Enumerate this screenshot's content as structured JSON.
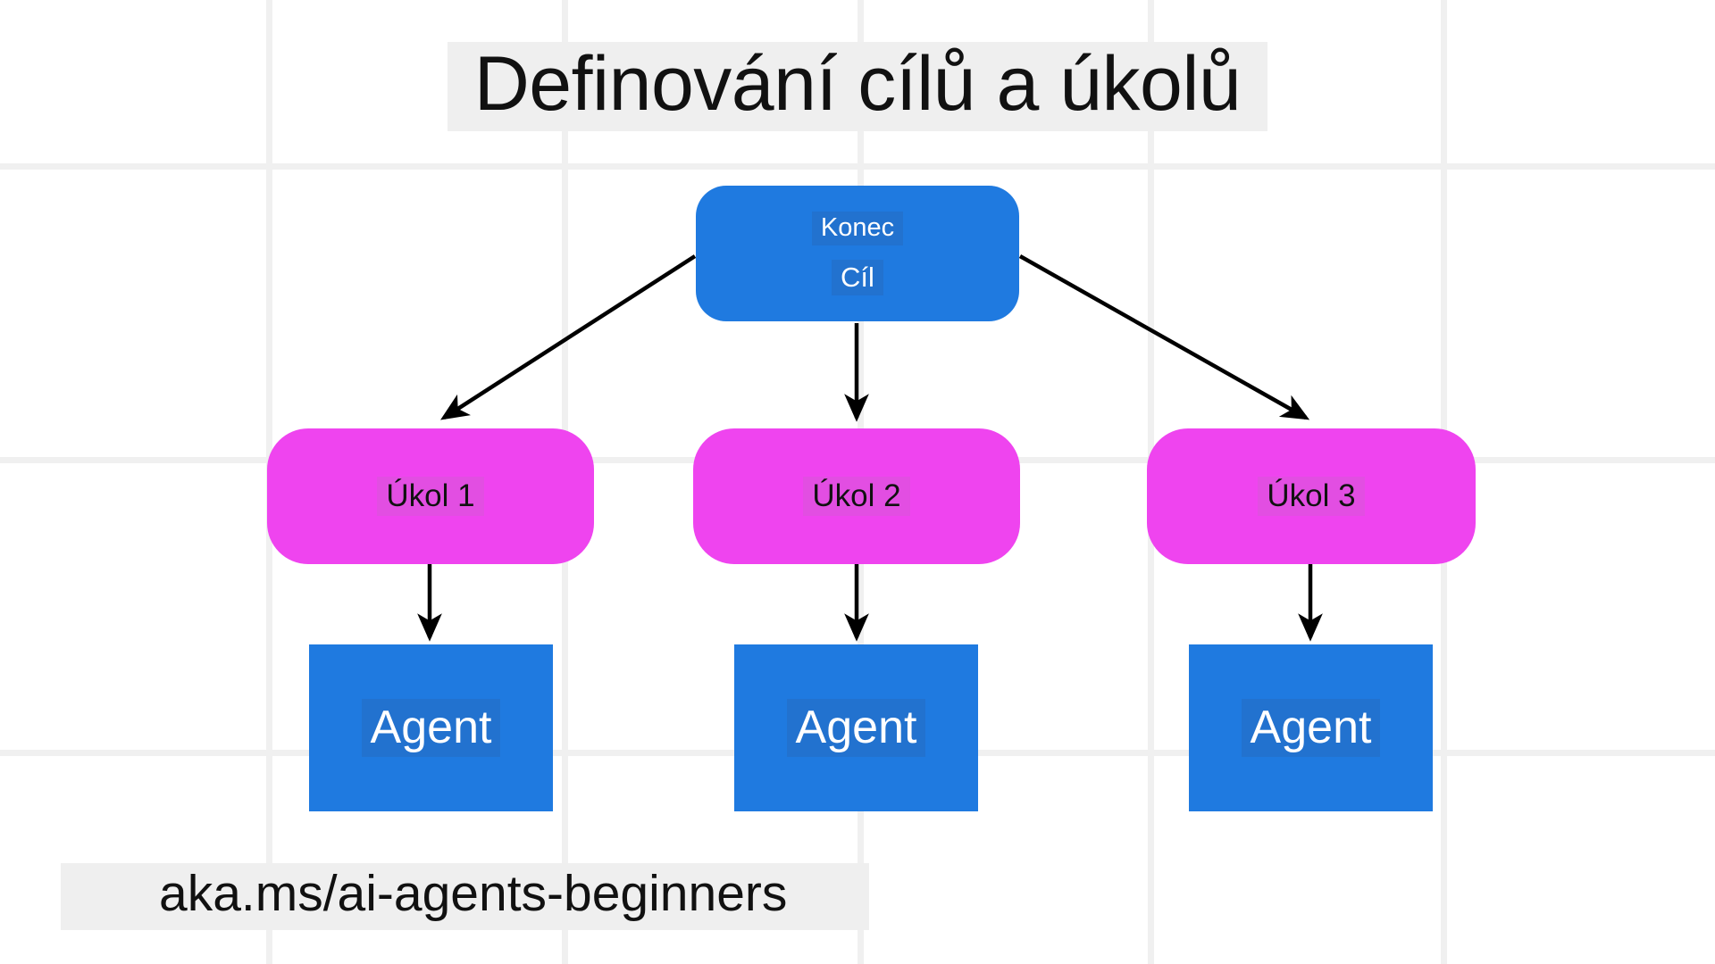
{
  "slide": {
    "title": "Definování cílů a úkolů",
    "footer_link": "aka.ms/ai-agents-beginners",
    "background_color": "#ffffff",
    "grid_line_color": "#f0f0f0",
    "highlight_color": "#efefef"
  },
  "diagram": {
    "type": "tree",
    "goal_node": {
      "line1": "Konec",
      "line2": "Cíl",
      "fill_color": "#1f7ae0",
      "text_color": "#ffffff"
    },
    "task_nodes": [
      {
        "label": "Úkol 1",
        "fill_color": "#ef44ef",
        "text_color": "#111111"
      },
      {
        "label": "Úkol 2",
        "fill_color": "#ef44ef",
        "text_color": "#111111"
      },
      {
        "label": "Úkol 3",
        "fill_color": "#ef44ef",
        "text_color": "#111111"
      }
    ],
    "agent_nodes": [
      {
        "label": "Agent",
        "fill_color": "#1f7ae0",
        "text_color": "#ffffff"
      },
      {
        "label": "Agent",
        "fill_color": "#1f7ae0",
        "text_color": "#ffffff"
      },
      {
        "label": "Agent",
        "fill_color": "#1f7ae0",
        "text_color": "#ffffff"
      }
    ],
    "edges": [
      {
        "from": "goal",
        "to": "task-1",
        "style": "arrow",
        "color": "#000000"
      },
      {
        "from": "goal",
        "to": "task-2",
        "style": "arrow",
        "color": "#000000"
      },
      {
        "from": "goal",
        "to": "task-3",
        "style": "arrow",
        "color": "#000000"
      },
      {
        "from": "task-1",
        "to": "agent-1",
        "style": "arrow",
        "color": "#000000"
      },
      {
        "from": "task-2",
        "to": "agent-2",
        "style": "arrow",
        "color": "#000000"
      },
      {
        "from": "task-3",
        "to": "agent-3",
        "style": "arrow",
        "color": "#000000"
      }
    ]
  }
}
